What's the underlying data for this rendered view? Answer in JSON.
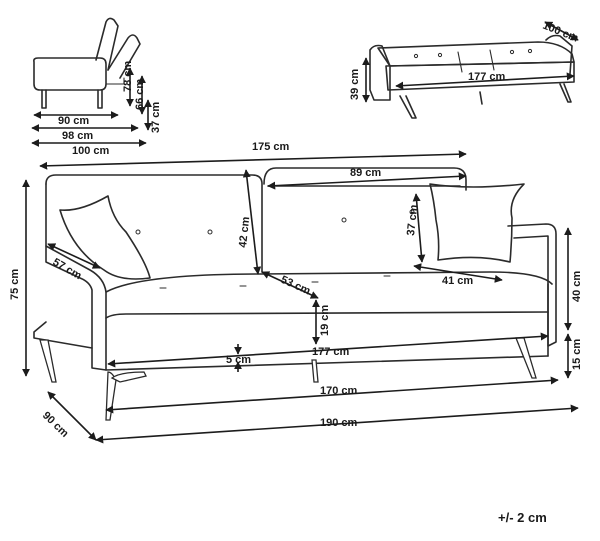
{
  "colors": {
    "line": "#2b2b2b",
    "background": "#ffffff"
  },
  "side_view": {
    "labels": {
      "d78": "78 cm",
      "d66": "66 cm",
      "d37": "37 cm",
      "d90": "90 cm",
      "d98": "98 cm",
      "d100": "100 cm"
    }
  },
  "bed_view": {
    "labels": {
      "d100": "100 cm",
      "d39": "39 cm",
      "d177": "177 cm"
    }
  },
  "main_view": {
    "labels": {
      "width_175": "175 cm",
      "height_75": "75 cm",
      "depth_90": "90 cm",
      "arm_57": "57 cm",
      "back_42": "42 cm",
      "back_89": "89 cm",
      "back_37": "37 cm",
      "seat_depth_53": "53 cm",
      "seat_depth_41": "41 cm",
      "seat_height_19": "19 cm",
      "arm_40": "40 cm",
      "leg_15": "15 cm",
      "gap_5": "5 cm",
      "seat_177": "177 cm",
      "leg_170": "170 cm",
      "total_190": "190 cm"
    }
  },
  "tolerance": "+/- 2 cm"
}
